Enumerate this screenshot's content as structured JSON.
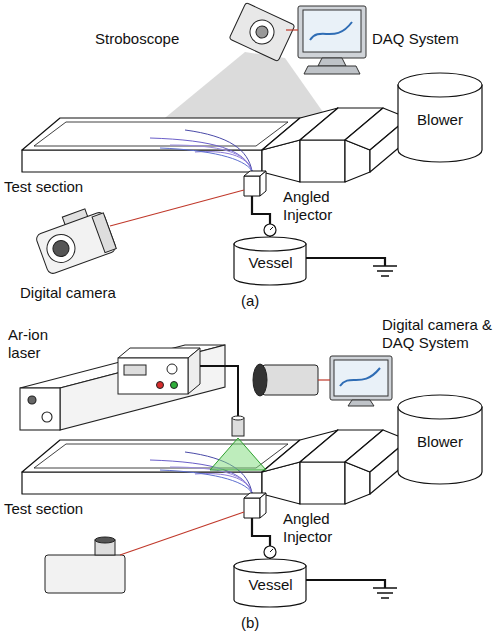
{
  "diagram": {
    "nodes": [
      {
        "text": [
          "Blower"
        ]
      },
      {
        "text": [
          "Vessel"
        ]
      },
      {
        "text": [
          "Blower"
        ]
      },
      {
        "text": [
          "Vessel"
        ]
      }
    ],
    "labels": [
      "Stroboscope",
      "DAQ System",
      "Test section",
      "Angled Injector",
      "Digital camera",
      "(a)",
      "Ar-ion laser",
      "Digital camera & DAQ System",
      "Test section",
      "Angled Injector",
      "(b)"
    ]
  }
}
